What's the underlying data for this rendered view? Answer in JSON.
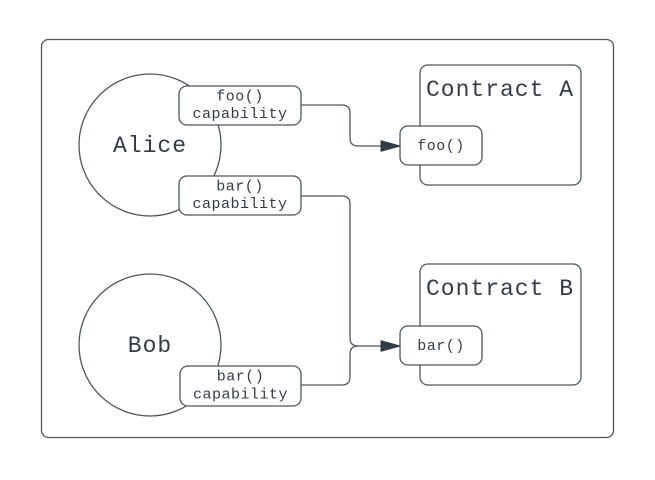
{
  "canvas": {
    "background_color": "#ffffff",
    "stroke_color": "#4d5661",
    "text_color": "#343c49",
    "arrow_color": "#333c47"
  },
  "actors": {
    "alice": {
      "label": "Alice"
    },
    "bob": {
      "label": "Bob"
    }
  },
  "capabilities": {
    "alice_foo": {
      "line1": "foo()",
      "line2": "capability"
    },
    "alice_bar": {
      "line1": "bar()",
      "line2": "capability"
    },
    "bob_bar": {
      "line1": "bar()",
      "line2": "capability"
    }
  },
  "contracts": {
    "a": {
      "title": "Contract A",
      "function_label": "foo()"
    },
    "b": {
      "title": "Contract B",
      "function_label": "bar()"
    }
  }
}
